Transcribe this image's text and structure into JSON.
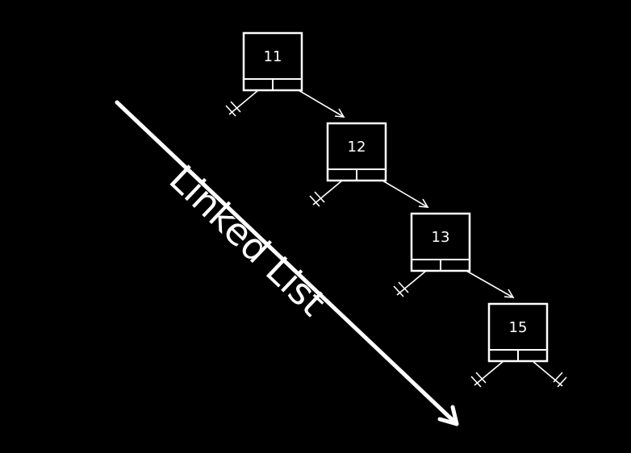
{
  "title": "Linked List",
  "nodes": [
    {
      "value": "11"
    },
    {
      "value": "12"
    },
    {
      "value": "13"
    },
    {
      "value": "15"
    }
  ],
  "colors": {
    "background": "#000000",
    "foreground": "#ffffff"
  }
}
